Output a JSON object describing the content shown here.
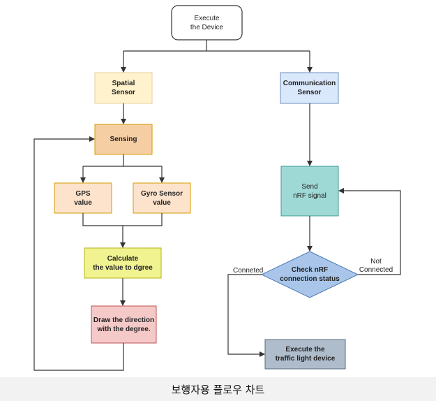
{
  "nodes": {
    "start": {
      "label": "Execute\nthe Device",
      "fill": "#ffffff",
      "stroke": "#333333"
    },
    "spatial": {
      "label": "Spatial\nSensor",
      "fill": "#fff2cc",
      "stroke": "#e6d19a"
    },
    "communication": {
      "label": "Communication\nSensor",
      "fill": "#dae8fc",
      "stroke": "#6c8ebf"
    },
    "sensing": {
      "label": "Sensing",
      "fill": "#f6cea4",
      "stroke": "#d79b00"
    },
    "gps": {
      "label": "GPS\nvalue",
      "fill": "#fde3cc",
      "stroke": "#d79b00"
    },
    "gyro": {
      "label": "Gyro Sensor\nvalue",
      "fill": "#fde3cc",
      "stroke": "#d79b00"
    },
    "send": {
      "label": "Send\nnRF signal",
      "fill": "#9fd9d6",
      "stroke": "#3a9a96"
    },
    "check": {
      "label": "Check nRF\nconnection status",
      "fill": "#a9c6ea",
      "stroke": "#4a77b4"
    },
    "calculate": {
      "label": "Calculate\nthe value to dgree",
      "fill": "#f1f391",
      "stroke": "#b5b316"
    },
    "draw": {
      "label": "Draw the direction\nwith the degree.",
      "fill": "#f6c9c9",
      "stroke": "#b85450"
    },
    "execute_light": {
      "label": "Execute the\ntraffic light device",
      "fill": "#aebccb",
      "stroke": "#566b80"
    }
  },
  "edge_labels": {
    "connected": "Conneted",
    "not_connected": "Not\nConnected"
  },
  "caption": "보행자용 플로우 차트",
  "colors": {
    "line": "#333333",
    "caption_bg": "#f2f2f2"
  }
}
